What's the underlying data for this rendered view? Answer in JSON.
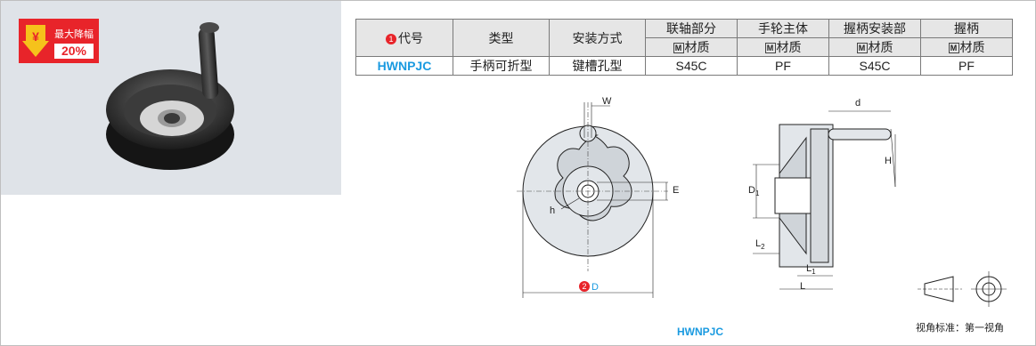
{
  "badge": {
    "title": "最大降幅",
    "percent": "20%",
    "icon": "yen-down-arrow-icon"
  },
  "table": {
    "headers_top": [
      "代号",
      "类型",
      "安装方式",
      "联轴部分",
      "手轮主体",
      "握柄安装部",
      "握柄"
    ],
    "code_num": "1",
    "material_label": "材质",
    "material_mark": "M",
    "row": [
      "HWNPJC",
      "手柄可折型",
      "键槽孔型",
      "S45C",
      "PF",
      "S45C",
      "PF"
    ]
  },
  "drawing": {
    "labels": {
      "W": "W",
      "E": "E",
      "h": "h",
      "D": "D",
      "D_num": "2",
      "d": "d",
      "H": "H",
      "D1": "D",
      "D1_sub": "1",
      "L2": "L",
      "L2_sub": "2",
      "L1": "L",
      "L1_sub": "1",
      "L": "L"
    },
    "caption": "HWNPJC",
    "view_standard": "视角标准：第一视角"
  },
  "colors": {
    "accent_red": "#e8242a",
    "accent_blue": "#1a9ae0",
    "panel_bg": "#dfe3e8"
  }
}
